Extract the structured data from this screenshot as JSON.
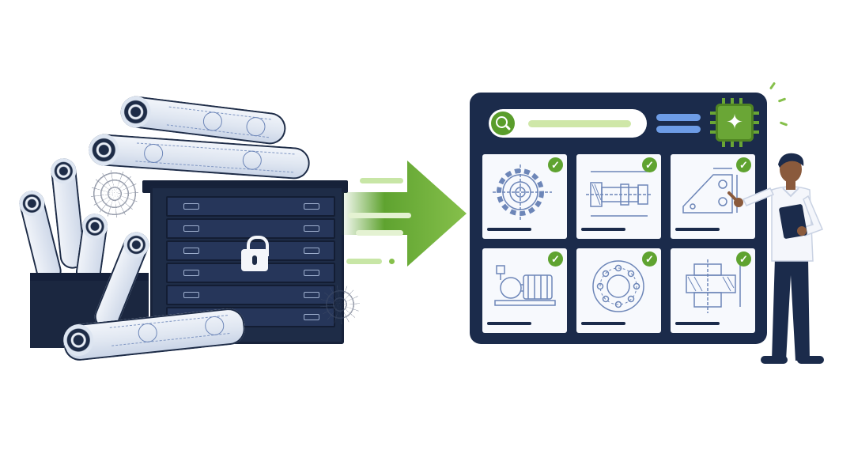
{
  "illustration": {
    "left_scene": "locked-blueprint-archive",
    "right_scene": "searchable-drawing-library"
  },
  "colors": {
    "navy": "#1b2b4b",
    "green": "#5fa330",
    "light_green": "#cfe7a8",
    "blueprint_blue": "#6d86b8",
    "accent_blue": "#6d9ce6"
  },
  "icons": {
    "lock": "padlock-icon",
    "search": "search-icon",
    "menu": "menu-icon",
    "ai_chip": "ai-chip-icon",
    "check": "checkmark-icon",
    "arrow": "right-arrow-icon"
  },
  "app": {
    "search_placeholder": "",
    "cards": [
      {
        "drawing": "gear",
        "verified": true
      },
      {
        "drawing": "shaft-assembly",
        "verified": true
      },
      {
        "drawing": "angle-bracket",
        "verified": true
      },
      {
        "drawing": "pump-motor",
        "verified": true
      },
      {
        "drawing": "flange",
        "verified": true
      },
      {
        "drawing": "sectional-part",
        "verified": true
      }
    ]
  },
  "check_glyph": "✓",
  "chip_glyph": "✦"
}
